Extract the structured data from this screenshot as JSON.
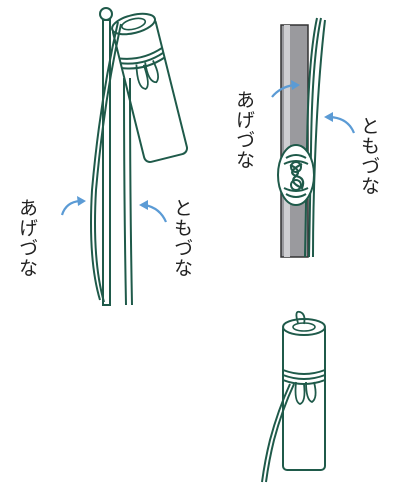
{
  "colors": {
    "cord": "#1f5a4a",
    "scroll_fill": "#ffffff",
    "pole_fill": "#9a9a9e",
    "pole_highlight": "#cfcfd2",
    "arrow": "#5b9bd5",
    "text": "#222222"
  },
  "labels": {
    "left_upper_cord": "あげづな",
    "left_lower_cord": "ともづな",
    "right_upper_cord": "あげづな",
    "right_lower_cord": "ともづな"
  }
}
